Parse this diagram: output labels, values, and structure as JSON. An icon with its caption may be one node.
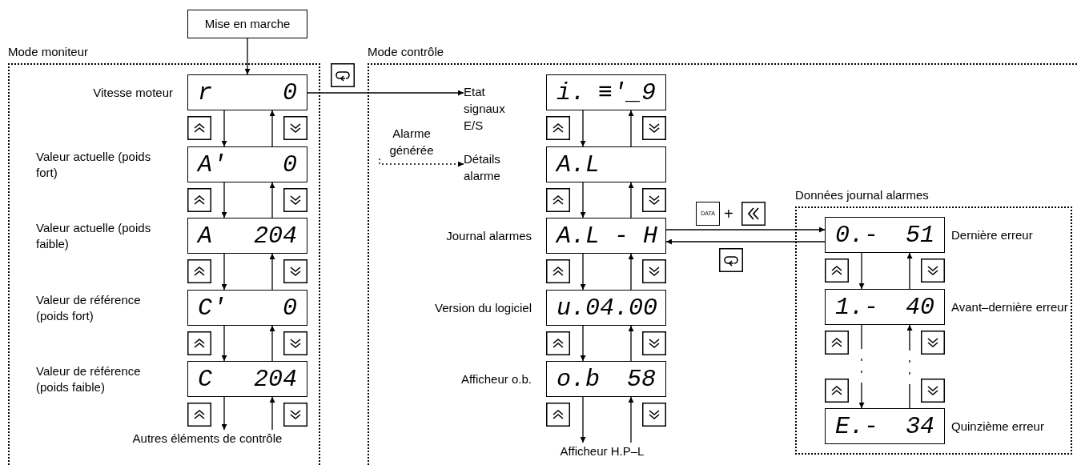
{
  "diagram": {
    "nodes": [
      {
        "text": [
          "Mise en marche"
        ]
      },
      {
        "text": [
          "Mode moniteur"
        ]
      },
      {
        "text": [
          "r",
          "0"
        ],
        "beside": [
          "Vitesse moteur"
        ],
        "in": 1
      },
      {
        "text": [
          "A'",
          "0"
        ],
        "beside": [
          "Valeur actuelle (poids fort)"
        ],
        "in": 1
      },
      {
        "text": [
          "A",
          "204"
        ],
        "beside": [
          "Valeur actuelle (poids faible)"
        ],
        "in": 1
      },
      {
        "text": [
          "C'",
          "0"
        ],
        "beside": [
          "Valeur de référence (poids fort)"
        ],
        "in": 1
      },
      {
        "text": [
          "C",
          "204"
        ],
        "beside": [
          "Valeur de référence (poids faible)"
        ],
        "in": 1
      },
      {
        "text": [
          "Autres éléments de contrôle"
        ],
        "in": 1
      },
      {
        "text": [
          "Mode contrôle"
        ]
      },
      {
        "text": [
          "Etat signaux E/S"
        ],
        "in": 8
      },
      {
        "text": [
          "i.",
          "≡'_9"
        ],
        "in": 8
      },
      {
        "text": [
          "Alarme générée"
        ],
        "in": 8
      },
      {
        "text": [
          "Détails alarme"
        ],
        "in": 8
      },
      {
        "text": [
          "A.L"
        ],
        "in": 8
      },
      {
        "text": [
          "A.L - H"
        ],
        "beside": [
          "Journal alarmes"
        ],
        "in": 8
      },
      {
        "text": [
          "u.04.00"
        ],
        "beside": [
          "Version du logiciel"
        ],
        "in": 8
      },
      {
        "text": [
          "o.b",
          "58"
        ],
        "beside": [
          "Afficheur o.b."
        ],
        "in": 8
      },
      {
        "text": [
          "Afficheur H.P–L"
        ],
        "in": 8
      },
      {
        "text": [
          "Données journal alarmes"
        ],
        "in": 8
      },
      {
        "text": [
          "0.-",
          "51"
        ],
        "beside": [
          "Dernière erreur"
        ],
        "in": 18
      },
      {
        "text": [
          "1.-",
          "40"
        ],
        "beside": [
          "Avant–dernière erreur"
        ],
        "in": 18
      },
      {
        "text": [
          "E.-",
          "34"
        ],
        "beside": [
          "Quinzième erreur"
        ],
        "in": 18
      }
    ],
    "edges": [
      {
        "from": 0,
        "to": 2,
        "arrow": "to"
      },
      {
        "from": 2,
        "to": 9,
        "arrow": "to"
      },
      {
        "from": 11,
        "to": 12,
        "arrow": "to",
        "style": "dashed"
      },
      {
        "from": 2,
        "to": 3,
        "arrow": "to"
      },
      {
        "from": 3,
        "to": 2,
        "arrow": "to"
      },
      {
        "from": 3,
        "to": 4,
        "arrow": "to"
      },
      {
        "from": 4,
        "to": 3,
        "arrow": "to"
      },
      {
        "from": 4,
        "to": 5,
        "arrow": "to"
      },
      {
        "from": 5,
        "to": 4,
        "arrow": "to"
      },
      {
        "from": 5,
        "to": 6,
        "arrow": "to"
      },
      {
        "from": 6,
        "to": 5,
        "arrow": "to"
      },
      {
        "from": 6,
        "to": 7,
        "arrow": "to"
      },
      {
        "from": 7,
        "to": 6,
        "arrow": "to"
      },
      {
        "from": 10,
        "to": 13,
        "arrow": "to"
      },
      {
        "from": 13,
        "to": 10,
        "arrow": "to"
      },
      {
        "from": 13,
        "to": 14,
        "arrow": "to"
      },
      {
        "from": 14,
        "to": 13,
        "arrow": "to"
      },
      {
        "from": 14,
        "to": 15,
        "arrow": "to"
      },
      {
        "from": 15,
        "to": 14,
        "arrow": "to"
      },
      {
        "from": 15,
        "to": 16,
        "arrow": "to"
      },
      {
        "from": 16,
        "to": 15,
        "arrow": "to"
      },
      {
        "from": 16,
        "to": 17,
        "arrow": "to"
      },
      {
        "from": 17,
        "to": 16,
        "arrow": "to"
      },
      {
        "from": 14,
        "to": 19,
        "arrow": "to"
      },
      {
        "from": 19,
        "to": 14,
        "arrow": "to"
      },
      {
        "from": 19,
        "to": 20,
        "arrow": "to"
      },
      {
        "from": 20,
        "to": 19,
        "arrow": "to"
      },
      {
        "from": 20,
        "to": 21,
        "arrow": "to",
        "style": "dashed"
      },
      {
        "from": 21,
        "to": 20,
        "arrow": "to",
        "style": "dashed"
      }
    ],
    "labels": [
      "DATA",
      "+"
    ]
  }
}
